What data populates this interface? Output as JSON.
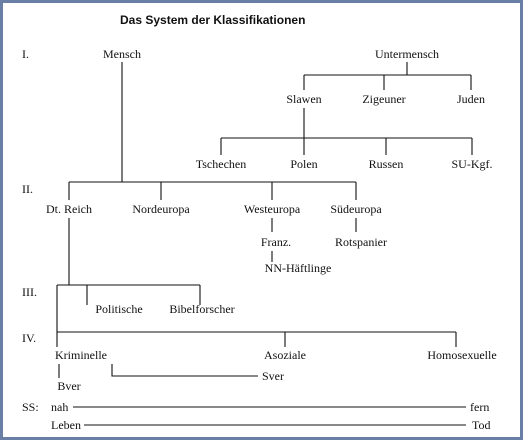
{
  "title": "Das System der Klassifikationen",
  "levels": [
    "I.",
    "II.",
    "III.",
    "IV.",
    "SS:"
  ],
  "nodes": {
    "mensch": "Mensch",
    "untermensch": "Untermensch",
    "slawen": "Slawen",
    "zigeuner": "Zigeuner",
    "juden": "Juden",
    "tschechen": "Tschechen",
    "polen": "Polen",
    "russen": "Russen",
    "su_kgf": "SU-Kgf.",
    "dt_reich": "Dt. Reich",
    "nordeuropa": "Nordeuropa",
    "westeuropa": "Westeuropa",
    "suedeuropa": "Südeuropa",
    "franz": "Franz.",
    "nn_haeftlinge": "NN-Häftlinge",
    "rotspanier": "Rotspanier",
    "politische": "Politische",
    "bibelforscher": "Bibelforscher",
    "kriminelle": "Kriminelle",
    "asoziale": "Asoziale",
    "homosexuelle": "Homosexuelle",
    "bver": "Bver",
    "sver": "Sver"
  },
  "scales": {
    "nah": "nah",
    "fern": "fern",
    "leben": "Leben",
    "tod": "Tod"
  }
}
